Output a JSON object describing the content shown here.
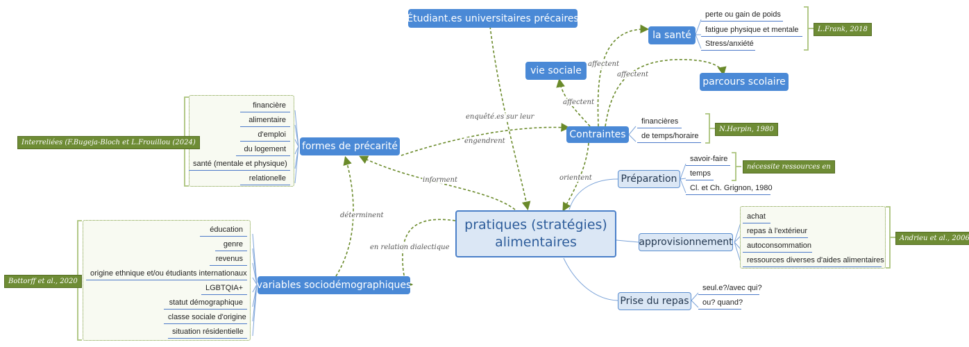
{
  "central": {
    "label": "pratiques (stratégies)\nalimentaires"
  },
  "students": {
    "label": "Étudiant.es universitaires précaires"
  },
  "sante": {
    "label": "la santé",
    "items": [
      "perte ou gain de poids",
      "fatigue physique et mentale",
      "Stress/anxiété"
    ],
    "cite": "L.Frank, 2018"
  },
  "vie_sociale": {
    "label": "vie sociale"
  },
  "parcours": {
    "label": "parcours scolaire"
  },
  "contraintes": {
    "label": "Contraintes",
    "items": [
      "financières",
      "de temps/horaire"
    ],
    "cite": "N.Herpin, 1980"
  },
  "formes": {
    "label": "formes de précarité",
    "items": [
      "financière",
      "alimentaire",
      "d'emploi",
      "du logement",
      "santé (mentale et physique)",
      "relationelle"
    ],
    "cite": "Interreliées (F.Bugeja-Bloch et L.Frouillou (2024)"
  },
  "variables": {
    "label": "variables sociodémographiques",
    "items": [
      "éducation",
      "genre",
      "revenus",
      "origine ethnique et/ou étudiants internationaux",
      "LGBTQIA+",
      "statut démographique",
      "classe sociale d'origine",
      "situation résidentielle"
    ],
    "cite": "Bottorff et al., 2020"
  },
  "preparation": {
    "label": "Préparation",
    "items": [
      "savoir-faire",
      "temps",
      "Cl. et Ch. Grignon, 1980"
    ],
    "cite": "nécessite ressources en"
  },
  "approvisionnement": {
    "label": "approvisionnement",
    "items": [
      "achat",
      "repas à l'extérieur",
      "autoconsommation",
      "ressources diverses d'aides alimentaires"
    ],
    "cite": "Andrieu et al., 2006"
  },
  "prise": {
    "label": "Prise du repas",
    "items": [
      "seul.e?/avec qui?",
      "ou? quand?"
    ]
  },
  "edge_labels": {
    "affectent1": "affectent",
    "affectent2": "affectent",
    "affectent3": "affectent",
    "enquetes": "enquêté.es sur leur",
    "engendrent": "engendrent",
    "orientent": "orientent",
    "informent": "informent",
    "determinent": "déterminent",
    "dialectique": "en relation dialectique"
  },
  "colors": {
    "node": "#4a89d6",
    "central_bg": "#dbe7f5",
    "cite": "#6e8c35",
    "dashed": "#6a8a2a",
    "leaf_line": "#4a78c8"
  }
}
